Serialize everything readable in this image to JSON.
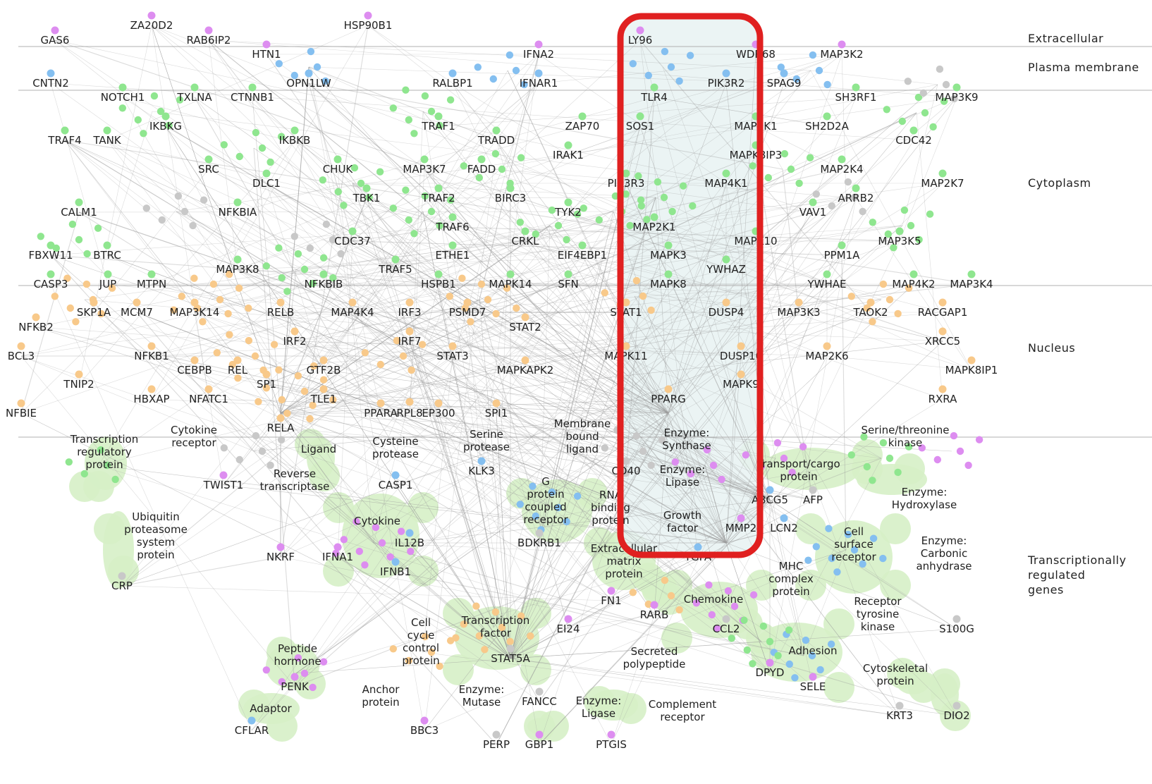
{
  "layers": [
    "Extracellular",
    "Plasma membrane",
    "Cytoplasm",
    "Nucleus",
    "Transcriptionally",
    "regulated",
    "genes"
  ],
  "colors": {
    "extracellular": "#dd8df0",
    "membrane": "#84bff0",
    "cytoplasm": "#8fe68f",
    "nucleus": "#f8c98a",
    "unknown": "#c8c8c8",
    "group_fill": "#d6f0c7",
    "highlight_border": "#e02020",
    "highlight_fill": "#e8f2f2",
    "edge": "#9a9a9a",
    "layer_line": "#b0b0b0"
  },
  "genes": [
    "GAS6",
    "ZA20D2",
    "RAB6IP2",
    "HTN1",
    "HSP90B1",
    "IFNA2",
    "LY96",
    "WDR68",
    "MAP3K2",
    "CNTN2",
    "NOTCH1",
    "TXLNA",
    "CTNNB1",
    "OPN1LW",
    "RALBP1",
    "IFNAR1",
    "TLR4",
    "PIK3R2",
    "SPAG9",
    "SH3RF1",
    "MAP3K9",
    "TRAF4",
    "TANK",
    "IKBKG",
    "IKBKB",
    "TRAF1",
    "TRADD",
    "ZAP70",
    "SOS1",
    "MAP3K1",
    "SH2D2A",
    "CDC42",
    "SRC",
    "CHUK",
    "MAP3K7",
    "FADD",
    "IRAK1",
    "MAPK8IP3",
    "MAP2K4",
    "DLC1",
    "TBK1",
    "TRAF2",
    "BIRC3",
    "PIK3R3",
    "MAP4K1",
    "MAP2K7",
    "CALM1",
    "NFKBIA",
    "TYK2",
    "VAV1",
    "ARRB2",
    "TRAF6",
    "MAP2K1",
    "CRKL",
    "CDC37",
    "MAPK10",
    "MAP3K5",
    "FBXW11",
    "BTRC",
    "ETHE1",
    "EIF4EBP1",
    "MAPK3",
    "PPM1A",
    "MAP3K8",
    "TRAF5",
    "YWHAZ",
    "CASP3",
    "JUP",
    "MTPN",
    "NFKBIB",
    "HSPB1",
    "MAPK14",
    "SFN",
    "MAPK8",
    "YWHAE",
    "MAP4K2",
    "MAP3K4",
    "SKP1A",
    "MCM7",
    "MAP3K14",
    "RELB",
    "MAP4K4",
    "IRF3",
    "PSMD7",
    "STAT1",
    "DUSP4",
    "MAP3K3",
    "TAOK2",
    "RACGAP1",
    "NFKB2",
    "STAT2",
    "IRF2",
    "IRF7",
    "XRCC5",
    "BCL3",
    "NFKB1",
    "STAT3",
    "MAPK11",
    "DUSP10",
    "MAP2K6",
    "CEBPB",
    "REL",
    "GTF2B",
    "MAPKAPK2",
    "MAPK8IP1",
    "TNIP2",
    "SP1",
    "RPL8",
    "MAPK9",
    "HBXAP",
    "NFATC1",
    "TLE1",
    "PPARG",
    "RXRA",
    "NFBIE",
    "PPARA",
    "EP300",
    "SPI1",
    "RELA",
    "KLK3",
    "CD40",
    "TWIST1",
    "CASP1",
    "ABCG5",
    "AFP",
    "IL12B",
    "BDKRB1",
    "MMP2",
    "LCN2",
    "NKRF",
    "IFNA1",
    "IFNB1",
    "TGFA",
    "CRP",
    "FN1",
    "RARB",
    "CCL2",
    "EI24",
    "DPYD",
    "S100G",
    "STAT5A",
    "SELE",
    "PENK",
    "FANCC",
    "KRT3",
    "DIO2",
    "CFLAR",
    "BBC3",
    "PERP",
    "GBP1",
    "PTGIS"
  ],
  "categories": [
    [
      "Transcription",
      "regulatory",
      "protein"
    ],
    [
      "Cytokine",
      "receptor"
    ],
    [
      "Ligand"
    ],
    [
      "Cysteine",
      "protease"
    ],
    [
      "Serine",
      "protease"
    ],
    [
      "Membrane",
      "bound",
      "ligand"
    ],
    [
      "Enzyme:",
      "Synthase"
    ],
    [
      "Enzyme:",
      "Lipase"
    ],
    [
      "Transport/cargo",
      "protein"
    ],
    [
      "Serine/threonine",
      "kinase"
    ],
    [
      "Reverse",
      "transcriptase"
    ],
    [
      "G",
      "protein",
      "coupled",
      "receptor"
    ],
    [
      "RNA",
      "binding",
      "protein"
    ],
    [
      "Growth",
      "factor"
    ],
    [
      "Enzyme:",
      "Hydroxylase"
    ],
    [
      "Ubiquitin",
      "proteasome",
      "system",
      "protein"
    ],
    [
      "Cytokine"
    ],
    [
      "Cell",
      "surface",
      "receptor"
    ],
    [
      "Enzyme:",
      "Carbonic",
      "anhydrase"
    ],
    [
      "Extracellular",
      "matrix",
      "protein"
    ],
    [
      "MHC",
      "complex",
      "protein"
    ],
    [
      "Chemokine"
    ],
    [
      "Receptor",
      "tyrosine",
      "kinase"
    ],
    [
      "Transcription",
      "factor"
    ],
    [
      "Cell",
      "cycle",
      "control",
      "protein"
    ],
    [
      "Peptide",
      "hormone"
    ],
    [
      "Secreted",
      "polypeptide"
    ],
    [
      "Adhesion"
    ],
    [
      "Cytoskeletal",
      "protein"
    ],
    [
      "Anchor",
      "protein"
    ],
    [
      "Enzyme:",
      "Mutase"
    ],
    [
      "Adaptor"
    ],
    [
      "Enzyme:",
      "Ligase"
    ],
    [
      "Complement",
      "receptor"
    ]
  ]
}
